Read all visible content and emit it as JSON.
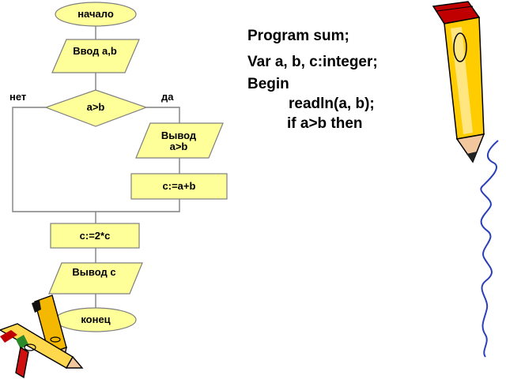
{
  "flowchart": {
    "start": "начало",
    "input": "Ввод a,b",
    "condition": "a>b",
    "no_label": "нет",
    "yes_label": "да",
    "output_cmp": "Вывод a>b",
    "assign_sum": "c:=a+b",
    "assign_double": "c:=2*c",
    "output_c": "Вывод с",
    "end": "конец"
  },
  "code": {
    "line1": "Program sum;",
    "line2": "Var a, b, c:integer;",
    "line3": "Begin",
    "line4": "readln(a, b);",
    "line5": "if a>b then"
  },
  "colors": {
    "shape_fill": "#ffff99",
    "shape_stroke": "#7f7f7f",
    "line": "#808080"
  },
  "icons": [
    "pencil-icon",
    "crayons-icon",
    "scribble-line"
  ]
}
